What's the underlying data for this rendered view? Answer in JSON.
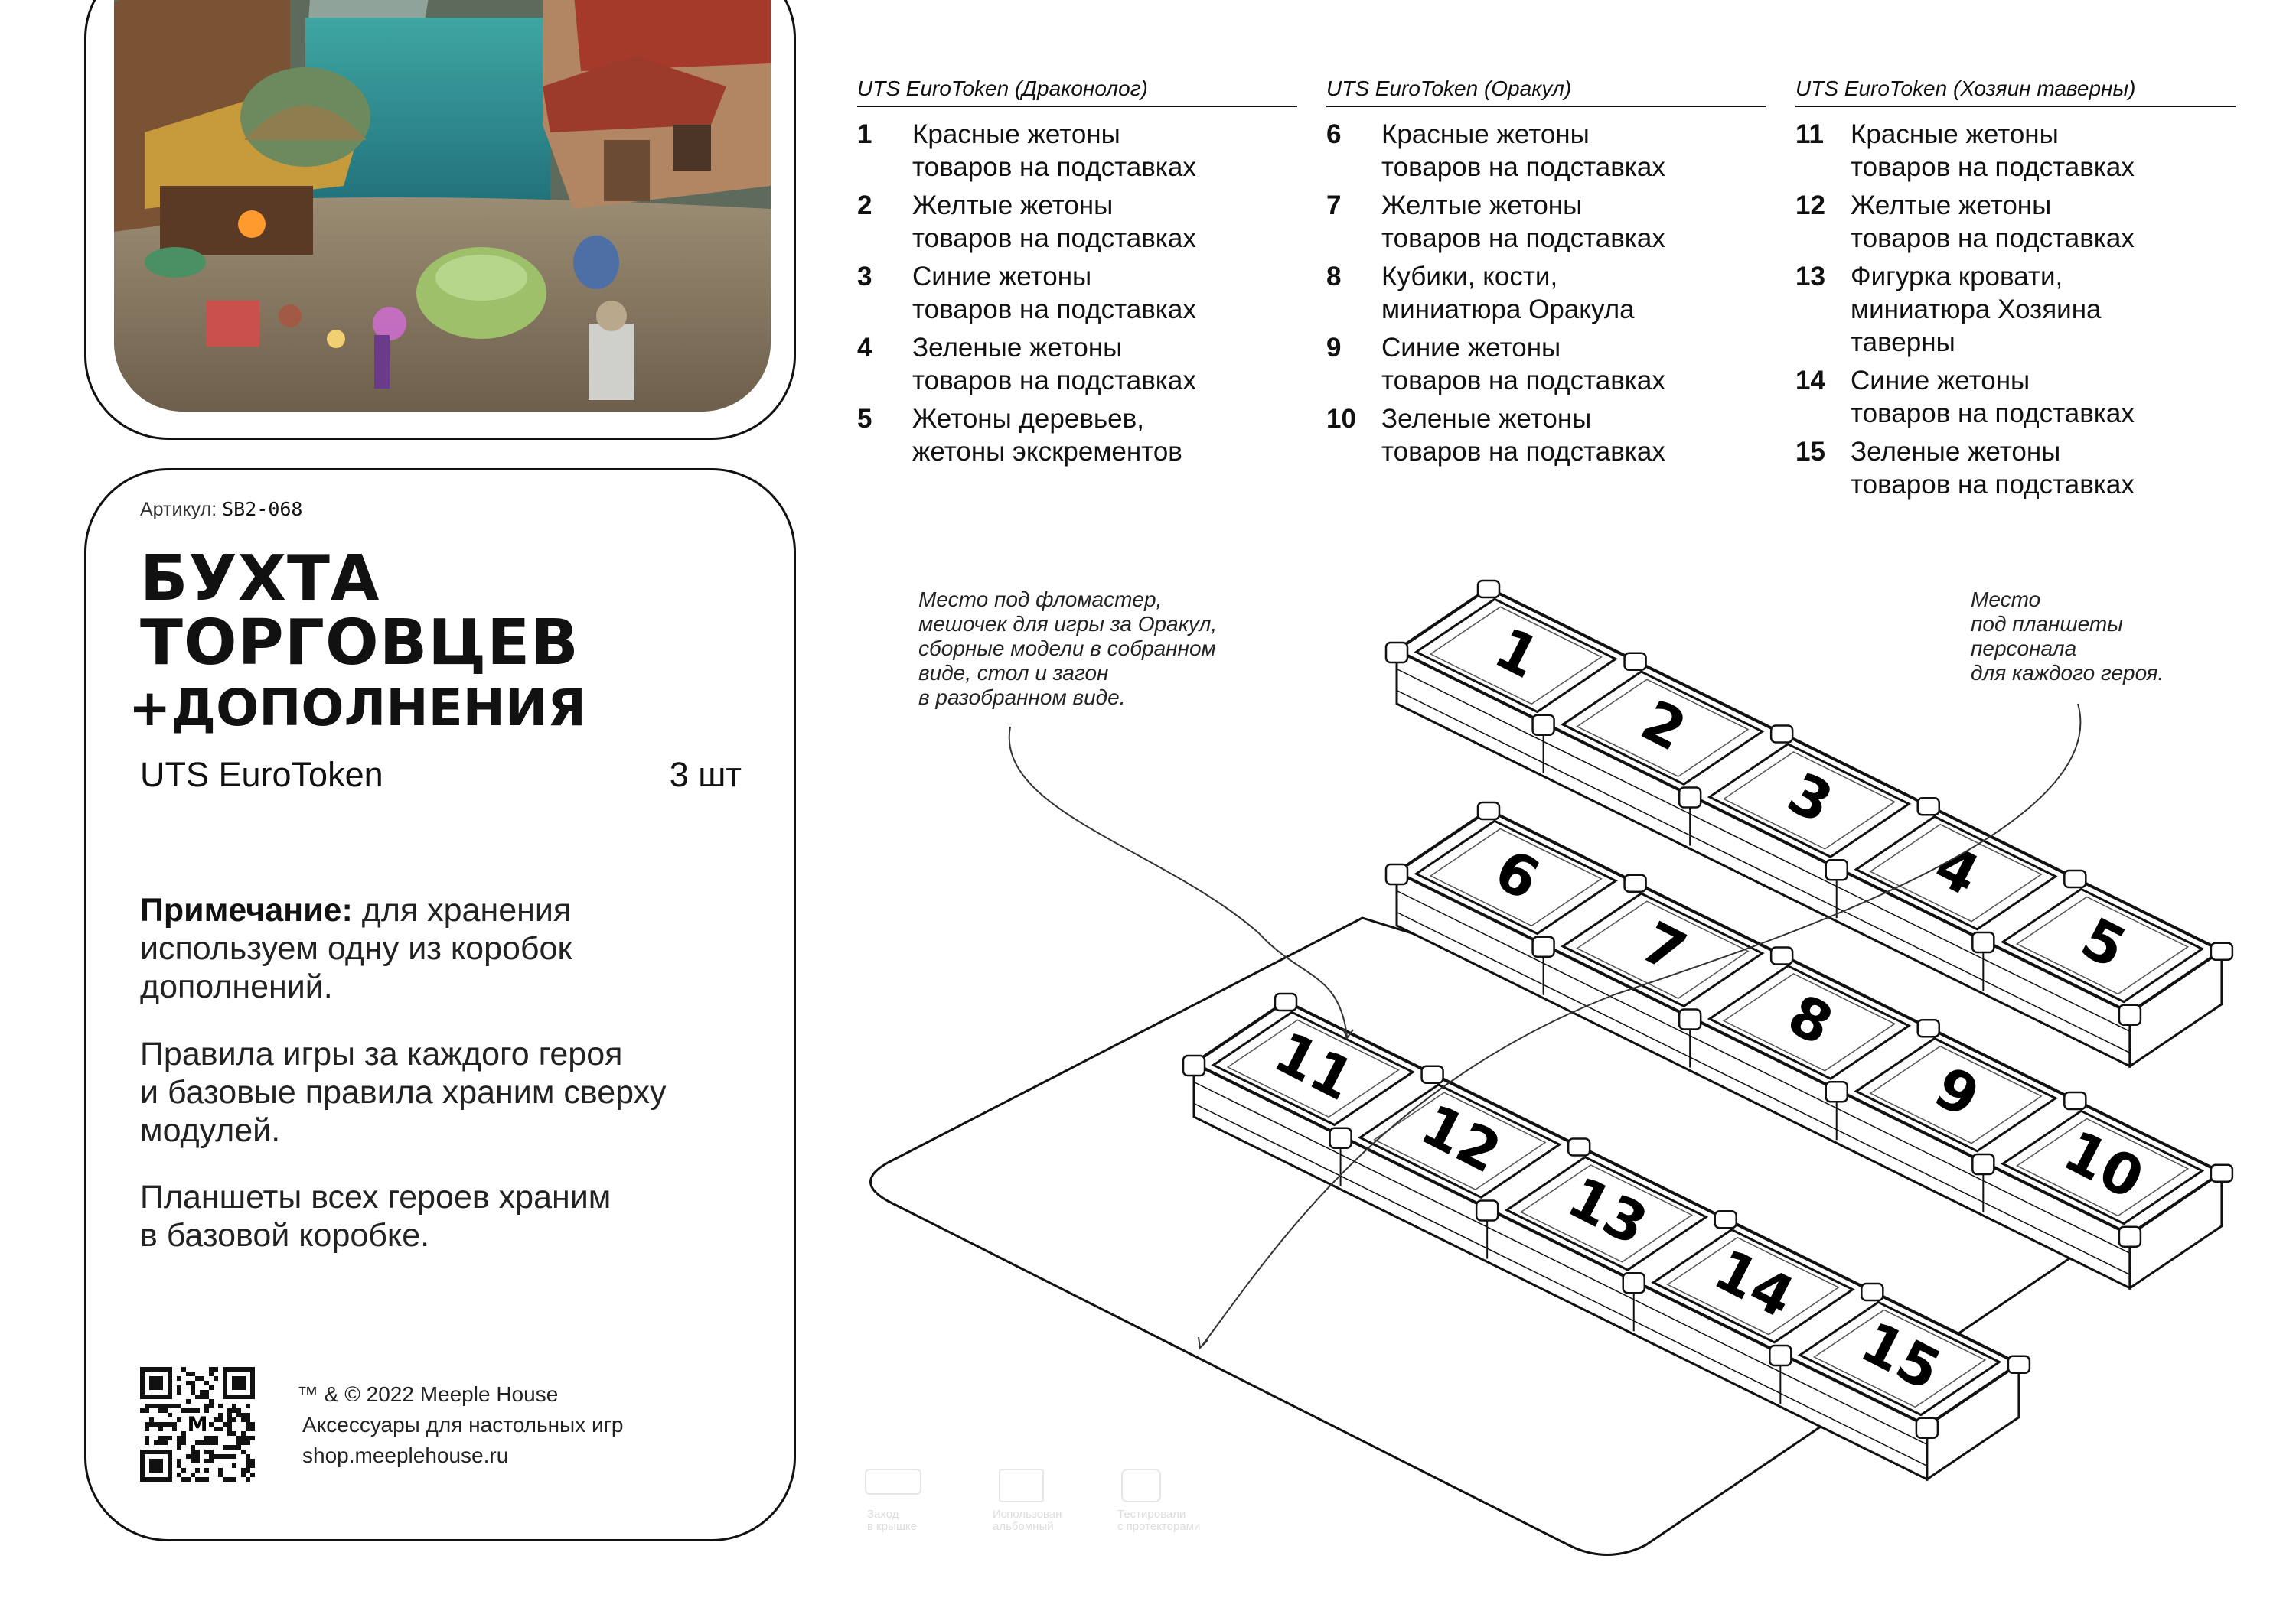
{
  "info": {
    "article_label": "Артикул:",
    "article_code": "SB2-068",
    "title_line1": "БУХТА",
    "title_line2": "ТОРГОВЦЕВ",
    "title_line3": "+ДОПОЛНЕНИЯ",
    "product": "UTS EuroToken",
    "quantity": "3 шт",
    "note_label": "Примечание:",
    "note_text_line1": " для хранения",
    "note_text_line2": "используем одну из коробок",
    "note_text_line3": "дополнений.",
    "rules_line1": "Правила игры за каждого героя",
    "rules_line2": "и базовые правила храним сверху",
    "rules_line3": "модулей.",
    "boards_line1": "Планшеты всех героев храним",
    "boards_line2": "в базовой коробке.",
    "footer_copyright": "™ & © 2022 Meeple House",
    "footer_tagline": "Аксессуары для настольных игр",
    "footer_url": "shop.meeplehouse.ru"
  },
  "columns": [
    {
      "title": "UTS EuroToken (Драконолог)",
      "items": [
        {
          "num": "1",
          "line1": "Красные жетоны",
          "line2": "товаров на подставках",
          "line3": ""
        },
        {
          "num": "2",
          "line1": "Желтые жетоны",
          "line2": "товаров на подставках",
          "line3": ""
        },
        {
          "num": "3",
          "line1": "Синие жетоны",
          "line2": "товаров на подставках",
          "line3": ""
        },
        {
          "num": "4",
          "line1": "Зеленые жетоны",
          "line2": "товаров на подставках",
          "line3": ""
        },
        {
          "num": "5",
          "line1": "Жетоны деревьев,",
          "line2": "жетоны экскрементов",
          "line3": ""
        }
      ]
    },
    {
      "title": "UTS EuroToken (Оракул)",
      "items": [
        {
          "num": "6",
          "line1": "Красные жетоны",
          "line2": "товаров на подставках",
          "line3": ""
        },
        {
          "num": "7",
          "line1": "Желтые жетоны",
          "line2": "товаров на подставках",
          "line3": ""
        },
        {
          "num": "8",
          "line1": "Кубики, кости,",
          "line2": "миниатюра Оракула",
          "line3": ""
        },
        {
          "num": "9",
          "line1": "Синие жетоны",
          "line2": "товаров на подставках",
          "line3": ""
        },
        {
          "num": "10",
          "line1": "Зеленые жетоны",
          "line2": "товаров на подставках",
          "line3": ""
        }
      ]
    },
    {
      "title": "UTS EuroToken (Хозяин таверны)",
      "items": [
        {
          "num": "11",
          "line1": "Красные жетоны",
          "line2": "товаров на подставках",
          "line3": ""
        },
        {
          "num": "12",
          "line1": "Желтые жетоны",
          "line2": "товаров на подставках",
          "line3": ""
        },
        {
          "num": "13",
          "line1": "Фигурка кровати,",
          "line2": "миниатюра Хозяина",
          "line3": "таверны"
        },
        {
          "num": "14",
          "line1": "Синие жетоны",
          "line2": "товаров на подставках",
          "line3": ""
        },
        {
          "num": "15",
          "line1": "Зеленые жетоны",
          "line2": "товаров на подставках",
          "line3": ""
        }
      ]
    }
  ],
  "callouts": {
    "left": [
      "Место под фломастер,",
      "мешочек для игры за Оракул,",
      "сборные модели в собранном",
      "виде, стол и загон",
      "в разобранном виде."
    ],
    "right": [
      "Место",
      "под планшеты",
      "персонала",
      "для каждого героя."
    ]
  },
  "slot_numbers": [
    "1",
    "2",
    "3",
    "4",
    "5",
    "6",
    "7",
    "8",
    "9",
    "10",
    "11",
    "12",
    "13",
    "14",
    "15"
  ],
  "faint_icons": {
    "labels": [
      [
        "Заход",
        "в крышке"
      ],
      [
        "Использован",
        "альбомный"
      ],
      [
        "Тестировали",
        "с протекторами"
      ]
    ]
  }
}
